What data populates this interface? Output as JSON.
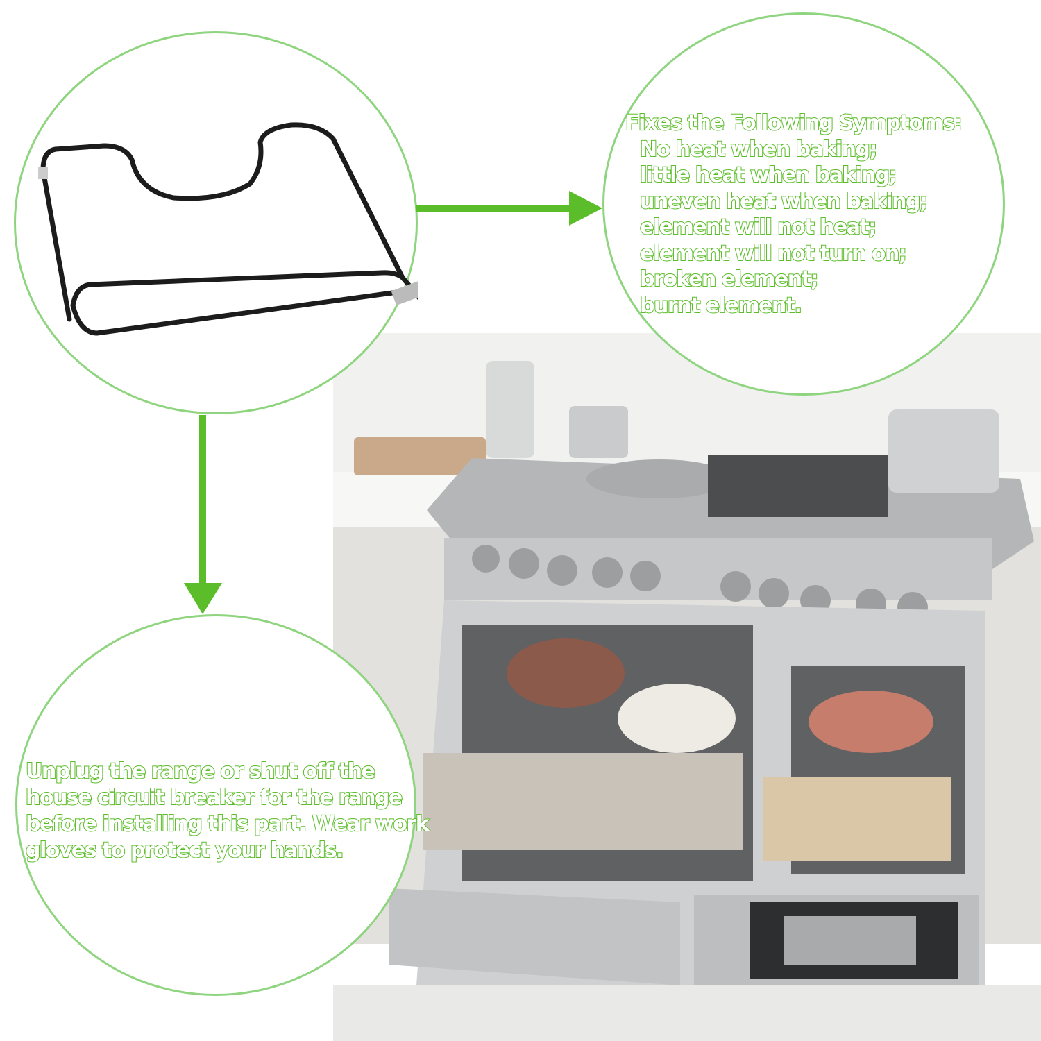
{
  "symptoms": {
    "heading": "Fixes the Following Symptoms:",
    "items": [
      "No heat when baking;",
      "little heat when baking;",
      "uneven heat when baking;",
      "element will not heat;",
      "element will not turn on;",
      "broken element;",
      "burnt element."
    ]
  },
  "safety_note": "Unplug the range or shut off the house circuit breaker for the range before installing this part. Wear work gloves to protect your hands.",
  "colors": {
    "accent_green": "#5cbd2a",
    "circle_border": "#8fd47e"
  }
}
